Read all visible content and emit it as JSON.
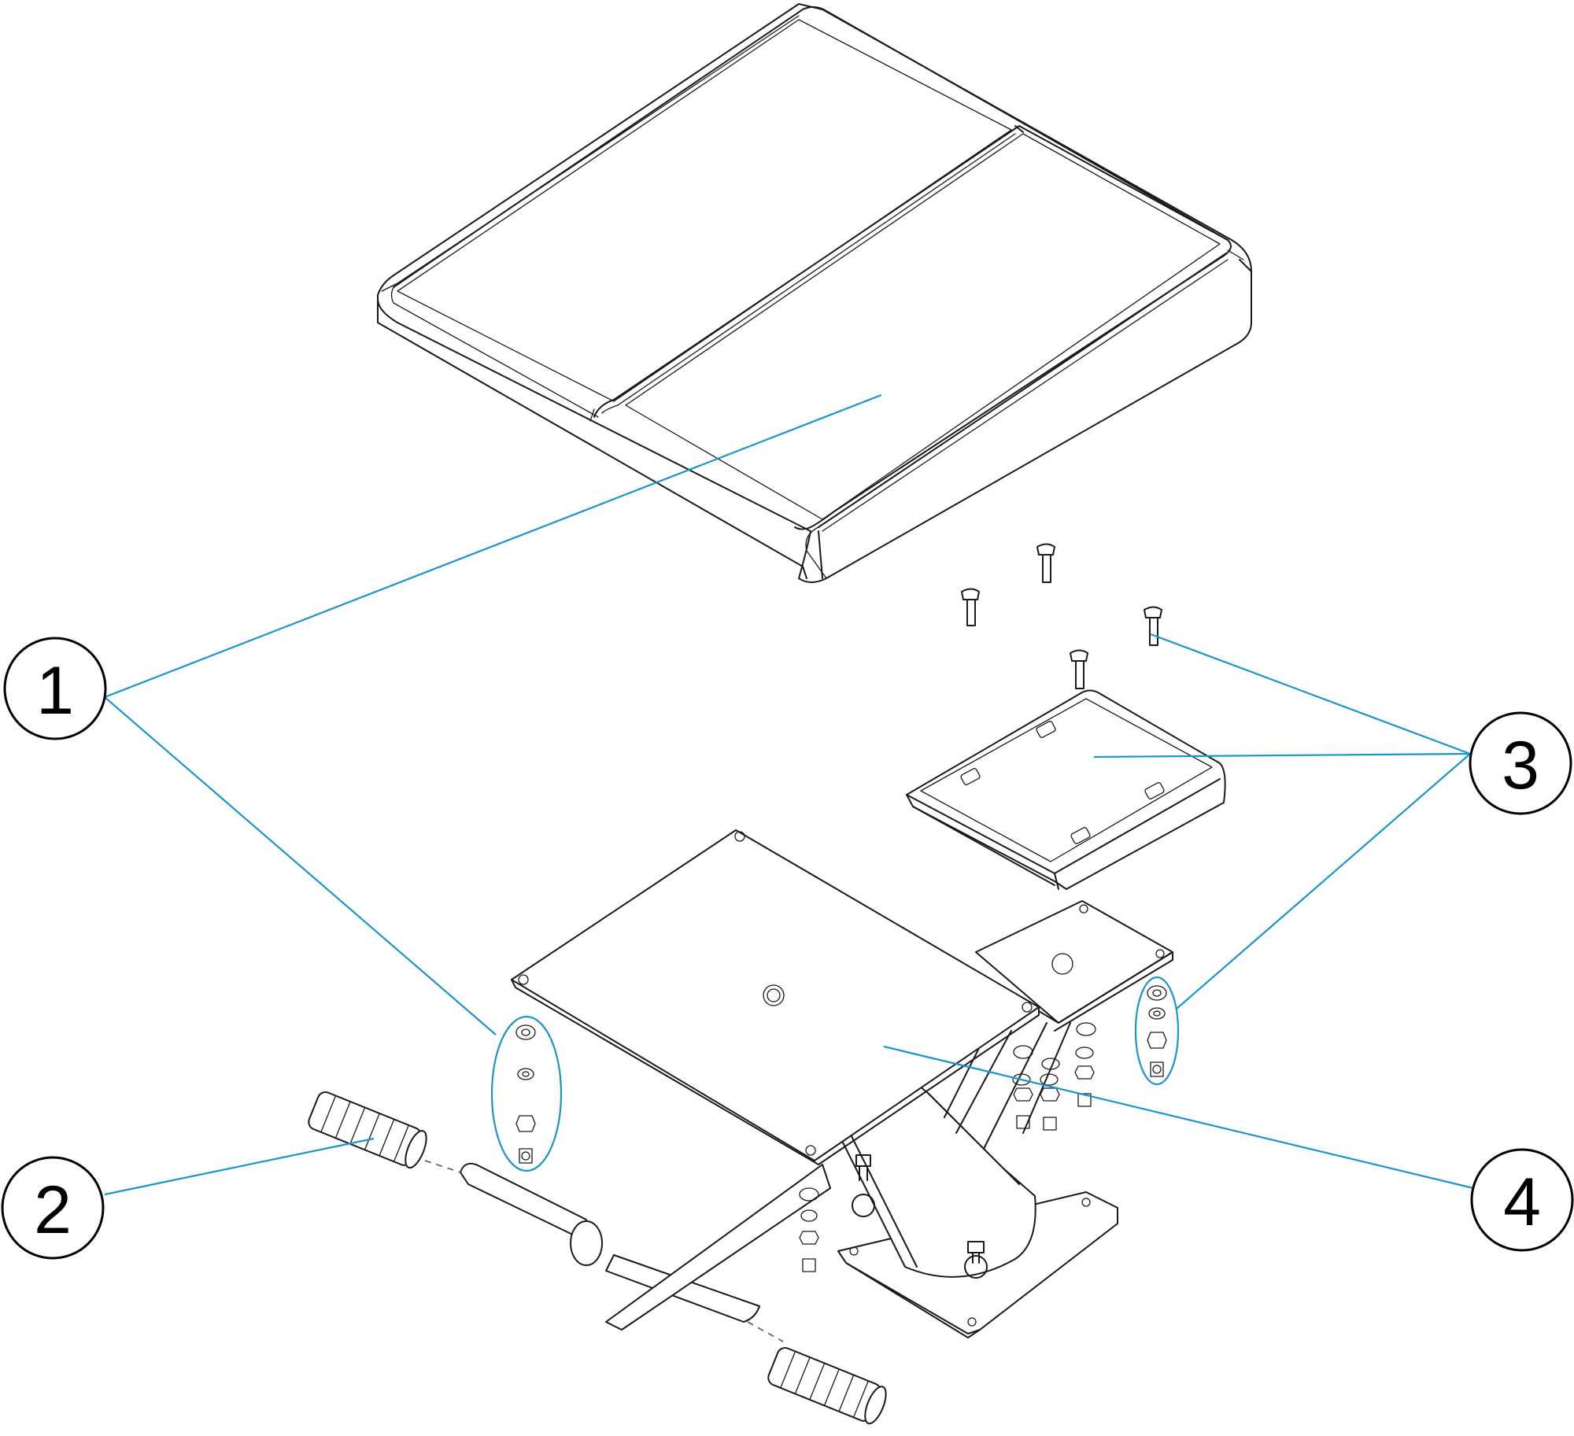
{
  "diagram": {
    "type": "exploded-parts-diagram",
    "callouts": [
      {
        "id": "callout-1",
        "label": "1"
      },
      {
        "id": "callout-2",
        "label": "2"
      },
      {
        "id": "callout-3",
        "label": "3"
      },
      {
        "id": "callout-4",
        "label": "4"
      }
    ],
    "colors": {
      "leader": "#1b95c8",
      "outline": "#1a1a1a",
      "background": "#ffffff"
    }
  }
}
